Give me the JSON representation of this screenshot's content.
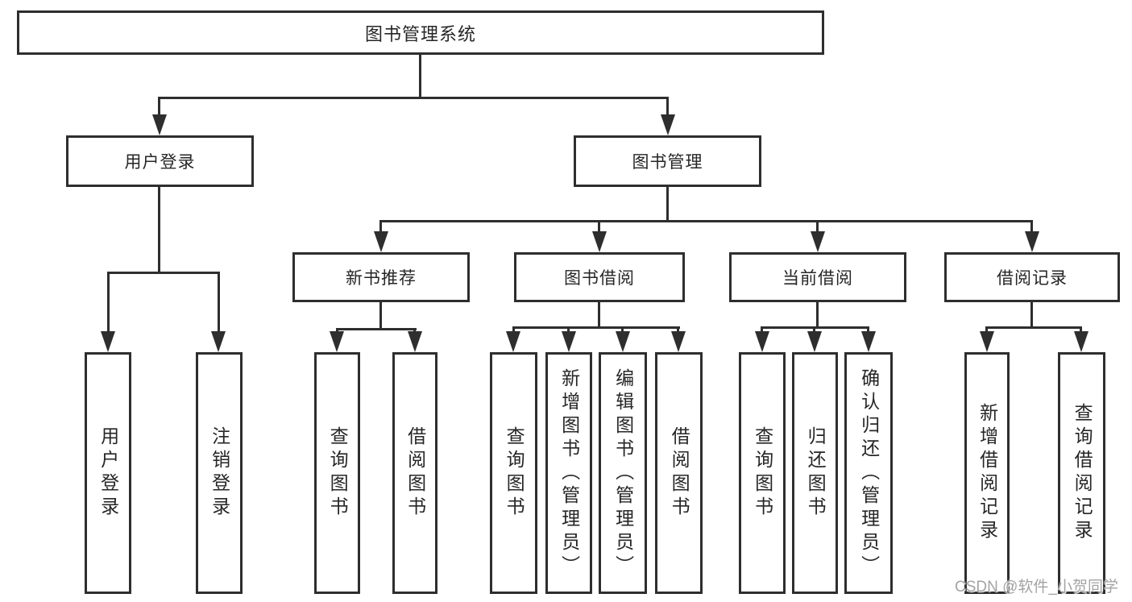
{
  "diagram": {
    "root": {
      "label": "图书管理系统"
    },
    "user_login": {
      "label": "用户登录",
      "children": {
        "login": "用户登录",
        "logout": "注销登录"
      }
    },
    "book_management": {
      "label": "图书管理",
      "new_book_recommend": {
        "label": "新书推荐",
        "children": {
          "query": "查询图书",
          "borrow": "借阅图书"
        }
      },
      "book_borrowing": {
        "label": "图书借阅",
        "children": {
          "query": "查询图书",
          "add": "新增图书（管理员）",
          "edit": "编辑图书（管理员）",
          "borrow": "借阅图书"
        }
      },
      "current_borrowing": {
        "label": "当前借阅",
        "children": {
          "query": "查询图书",
          "return": "归还图书",
          "confirm": "确认归还（管理员）"
        }
      },
      "borrowing_records": {
        "label": "借阅记录",
        "children": {
          "add": "新增借阅记录",
          "query": "查询借阅记录"
        }
      }
    }
  },
  "watermark": {
    "text": "CSDN @软件_小贺同学"
  },
  "colors": {
    "line": "#2e2e2e",
    "text": "#262626",
    "watermark": "#a3a3a3",
    "background": "#ffffff"
  }
}
